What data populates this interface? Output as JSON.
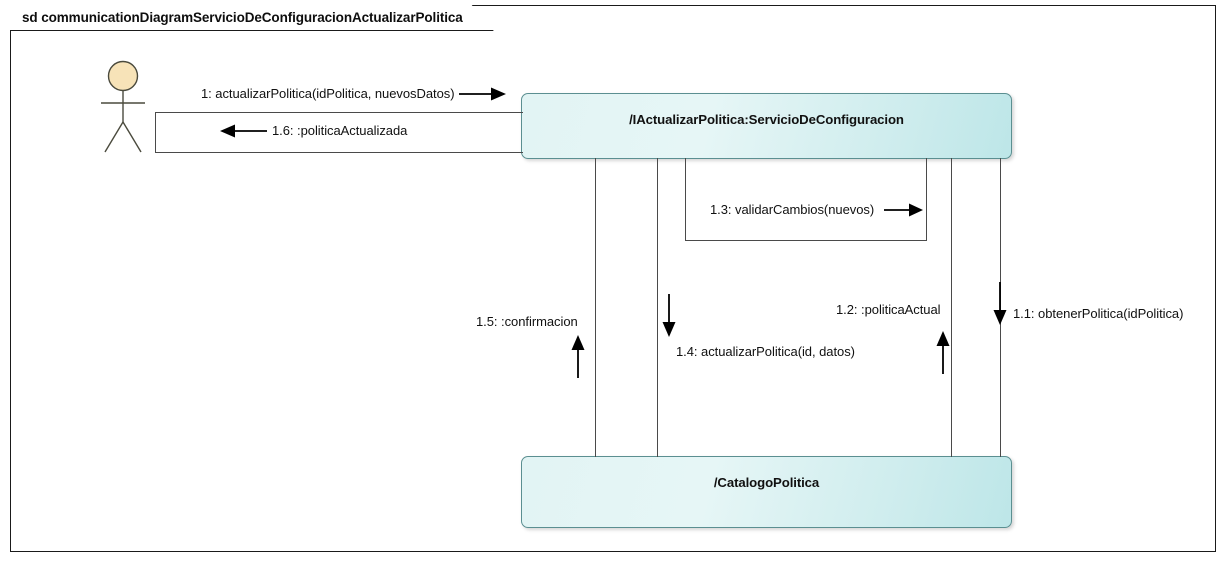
{
  "frame": {
    "title": "sd communicationDiagramServicioDeConfiguracionActualizarPolitica"
  },
  "actor": {
    "name": "actor-stick-figure",
    "head_fill": "#f7e3b8",
    "stroke": "#4a4a3d"
  },
  "lifelines": [
    {
      "id": "servicio",
      "label": "/IActualizarPolitica:ServicioDeConfiguracion",
      "border_color": "#5b8f91",
      "fill_start": "#e2f4f4",
      "fill_end": "#bde6e8"
    },
    {
      "id": "catalogo",
      "label": "/CatalogoPolitica",
      "border_color": "#5b8f91",
      "fill_start": "#e2f4f4",
      "fill_end": "#bde6e8"
    }
  ],
  "messages": [
    {
      "id": "m1",
      "label": "1: actualizarPolitica(idPolitica, nuevosDatos)",
      "from": "actor",
      "to": "servicio",
      "direction": "right"
    },
    {
      "id": "m16",
      "label": "1.6: :politicaActualizada",
      "from": "servicio",
      "to": "actor",
      "direction": "left"
    },
    {
      "id": "m13",
      "label": "1.3: validarCambios(nuevos)",
      "from": "servicio",
      "to": "servicio",
      "direction": "right"
    },
    {
      "id": "m11",
      "label": "1.1: obtenerPolitica(idPolitica)",
      "from": "servicio",
      "to": "catalogo",
      "direction": "down"
    },
    {
      "id": "m12",
      "label": "1.2: :politicaActual",
      "from": "catalogo",
      "to": "servicio",
      "direction": "up"
    },
    {
      "id": "m14",
      "label": "1.4: actualizarPolitica(id, datos)",
      "from": "servicio",
      "to": "catalogo",
      "direction": "down"
    },
    {
      "id": "m15",
      "label": "1.5: :confirmacion",
      "from": "catalogo",
      "to": "servicio",
      "direction": "up"
    }
  ],
  "colors": {
    "frame_border": "#1a1a1a",
    "connector": "#4a4a4a",
    "arrow": "#000000",
    "text": "#111111"
  }
}
